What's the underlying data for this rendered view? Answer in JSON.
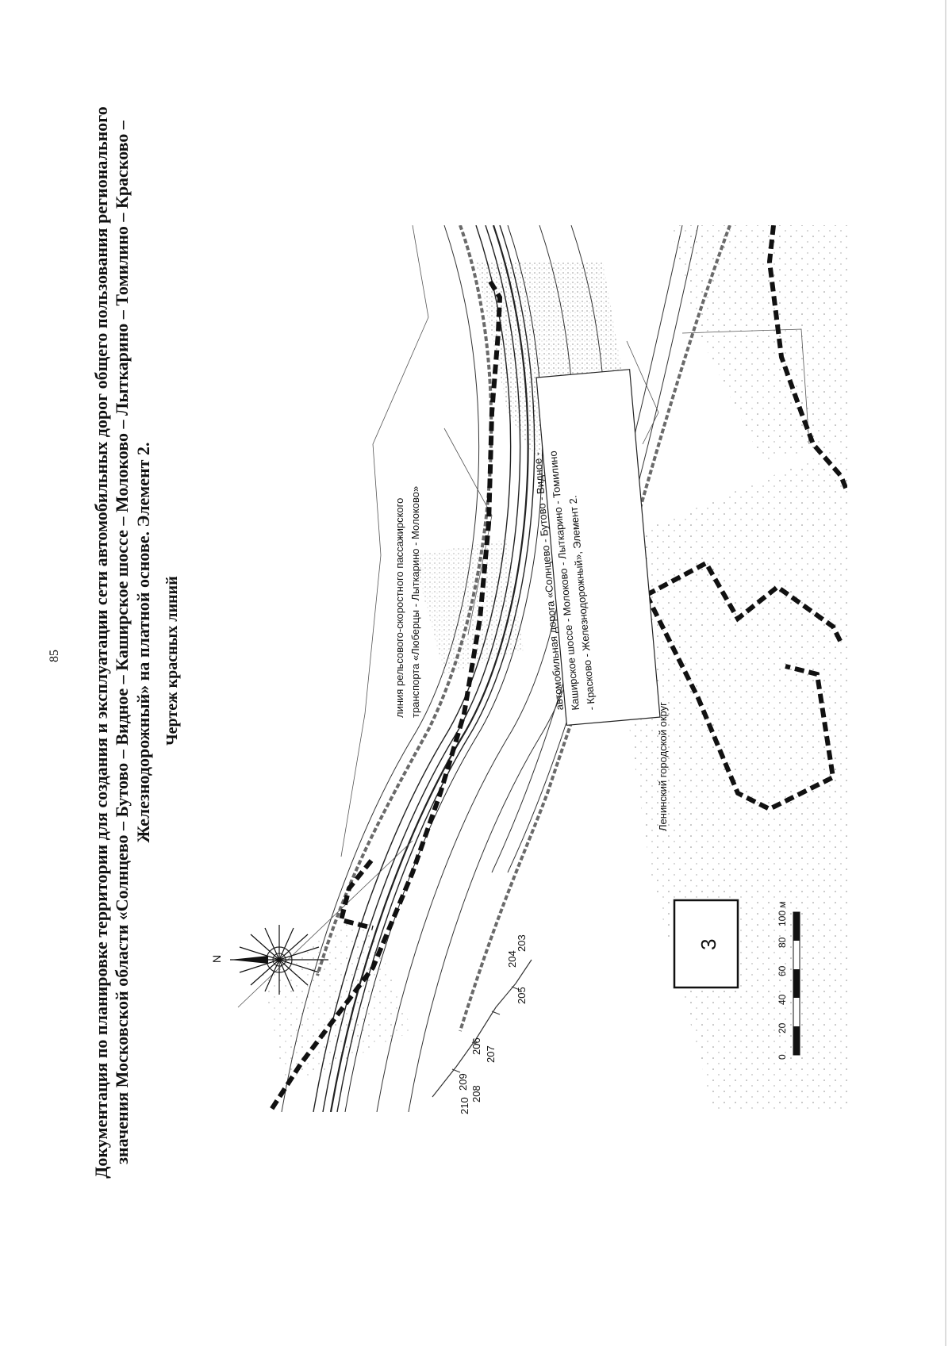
{
  "page_number": "85",
  "header": {
    "lines": [
      "Документация по планировке территории для создания и эксплуатации сети автомобильных дорог общего пользования регионального",
      "значения Московской области «Солнцево – Бутово – Видное – Каширское шоссе – Молоково – Лыткарино – Томилино – Красково –",
      "Железнодорожный» на платной основе. Элемент 2."
    ]
  },
  "drawing_title": "Чертеж красных линий",
  "map": {
    "labels": {
      "rail_line": [
        "линия рельсового-скоростного пассажирского",
        "транспорта «Люберцы - Лыткарино - Молоково»"
      ],
      "road": [
        "автомобильная дорога «Солнцево - Бутово - Видное -",
        "Каширское шоссе - Молоково - Лыткарино - Томилино",
        "- Красково - Железнодорожный», Элемент 2."
      ],
      "district": "Ленинский городской округ"
    },
    "point_numbers": [
      "203",
      "204",
      "205",
      "206",
      "207",
      "208",
      "209",
      "210"
    ],
    "north_label": "N",
    "sheet_number": "3",
    "scale_bar": {
      "ticks": [
        "0",
        "20",
        "40",
        "60",
        "80",
        "100 м"
      ]
    }
  },
  "colors": {
    "ink": "#111111",
    "redline": "#1a1a1a",
    "pale": "#9a9a9a"
  }
}
